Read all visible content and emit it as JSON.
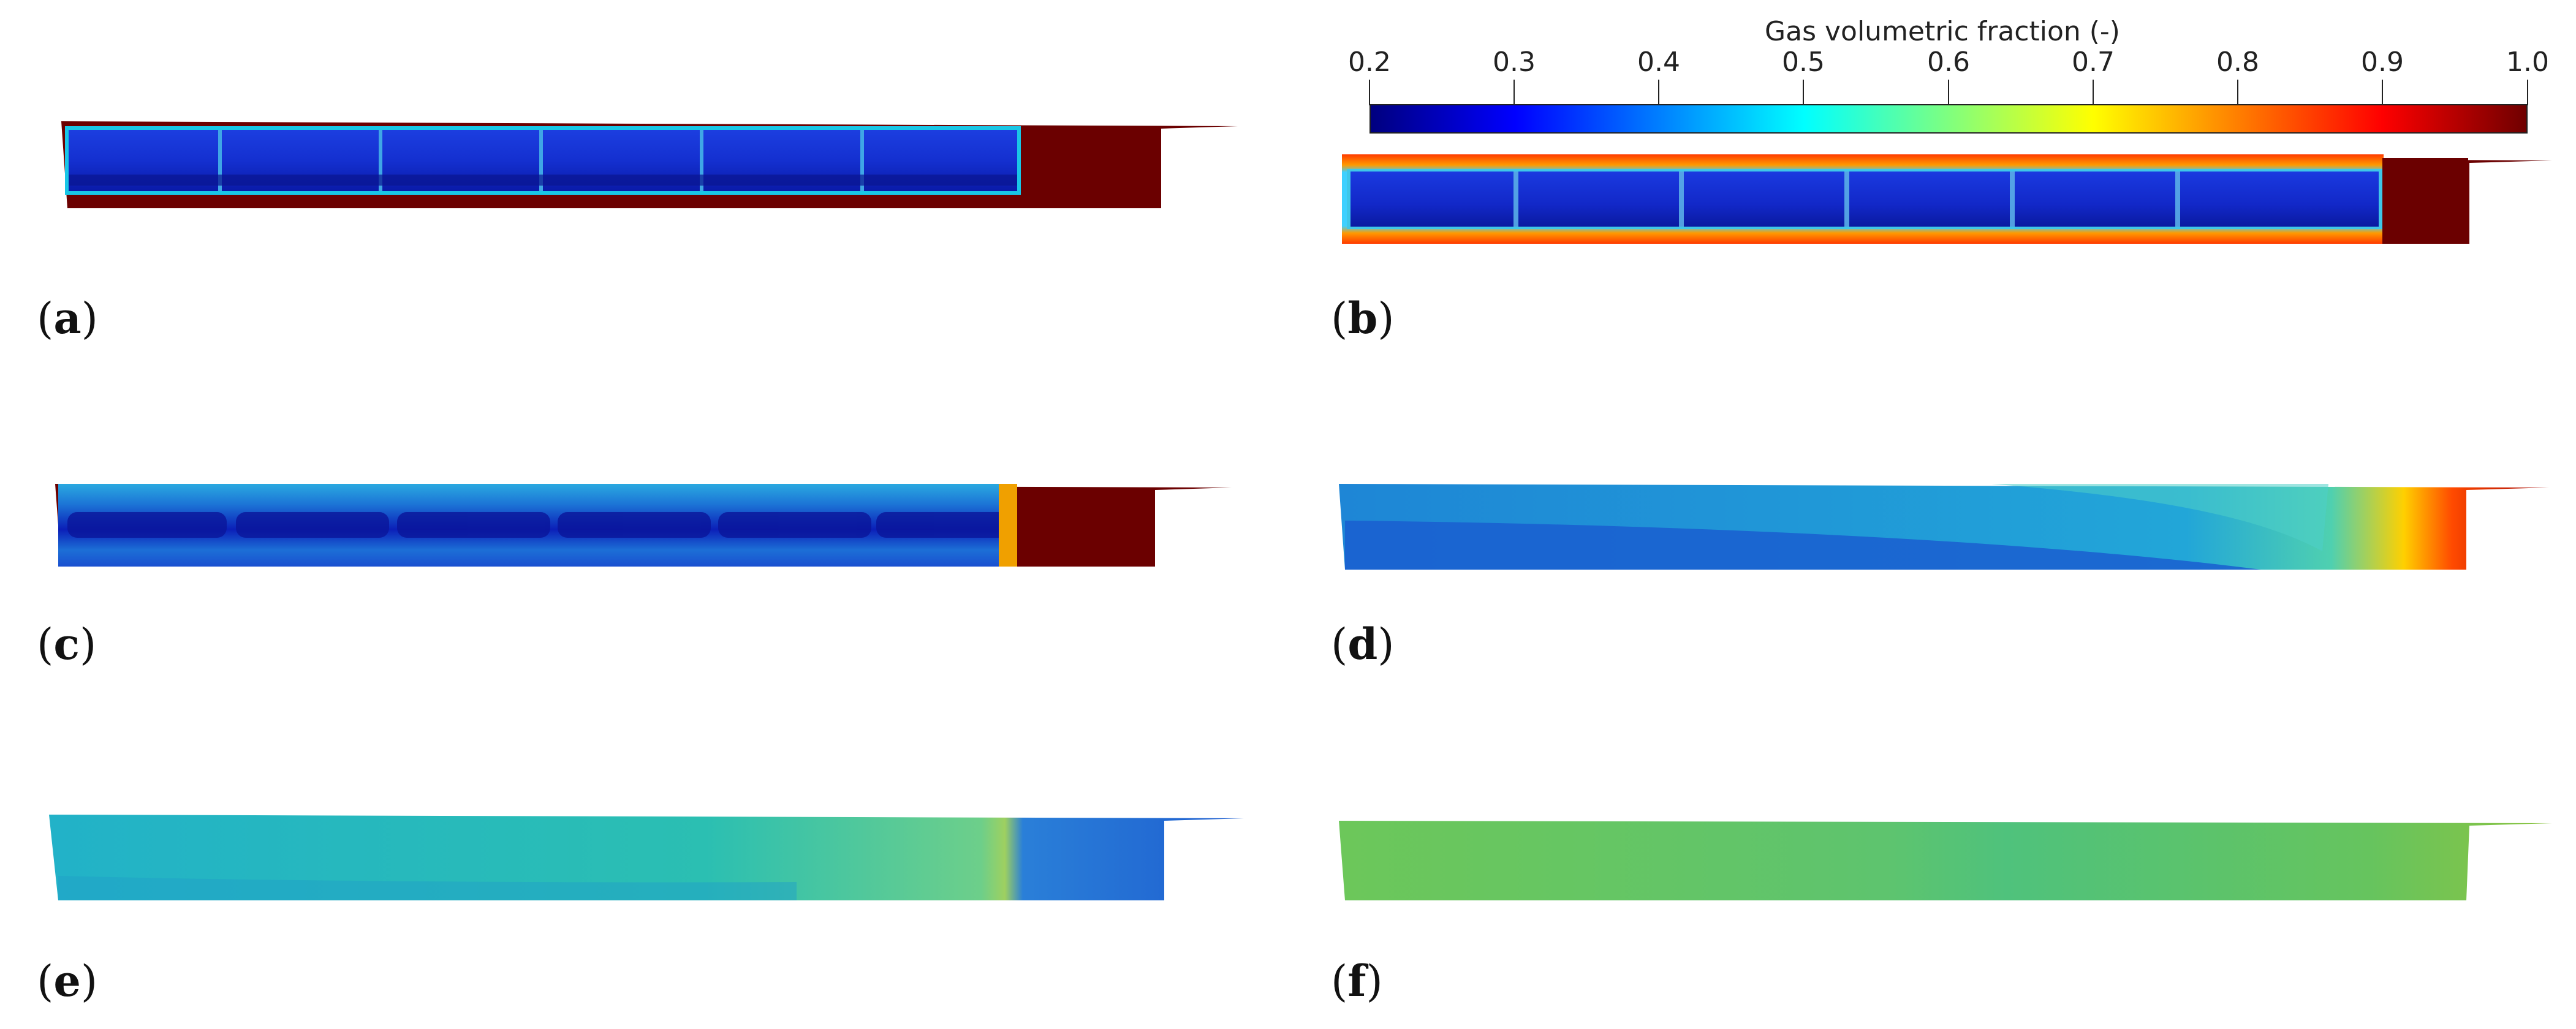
{
  "colorbar": {
    "title": "Gas volumetric fraction (-)",
    "ticks": [
      "0.2",
      "0.3",
      "0.4",
      "0.5",
      "0.6",
      "0.7",
      "0.8",
      "0.9",
      "1.0"
    ],
    "range": [
      0.2,
      1.0
    ],
    "colormap": [
      "#00007f",
      "#0000ff",
      "#007fff",
      "#00ffff",
      "#7fff7f",
      "#ffff00",
      "#ff7f00",
      "#ff0000",
      "#6f0000"
    ]
  },
  "panels": [
    {
      "id": "a",
      "label": "a",
      "open": "(",
      "close": ")"
    },
    {
      "id": "b",
      "label": "b",
      "open": "(",
      "close": ")"
    },
    {
      "id": "c",
      "label": "c",
      "open": "(",
      "close": ")"
    },
    {
      "id": "d",
      "label": "d",
      "open": "(",
      "close": ")"
    },
    {
      "id": "e",
      "label": "e",
      "open": "(",
      "close": ")"
    },
    {
      "id": "f",
      "label": "f",
      "open": "(",
      "close": ")"
    }
  ],
  "colors": {
    "liquid": "#1a2fd6",
    "gas": "#6b0000",
    "bubble_edge": "#3fc7e8"
  }
}
